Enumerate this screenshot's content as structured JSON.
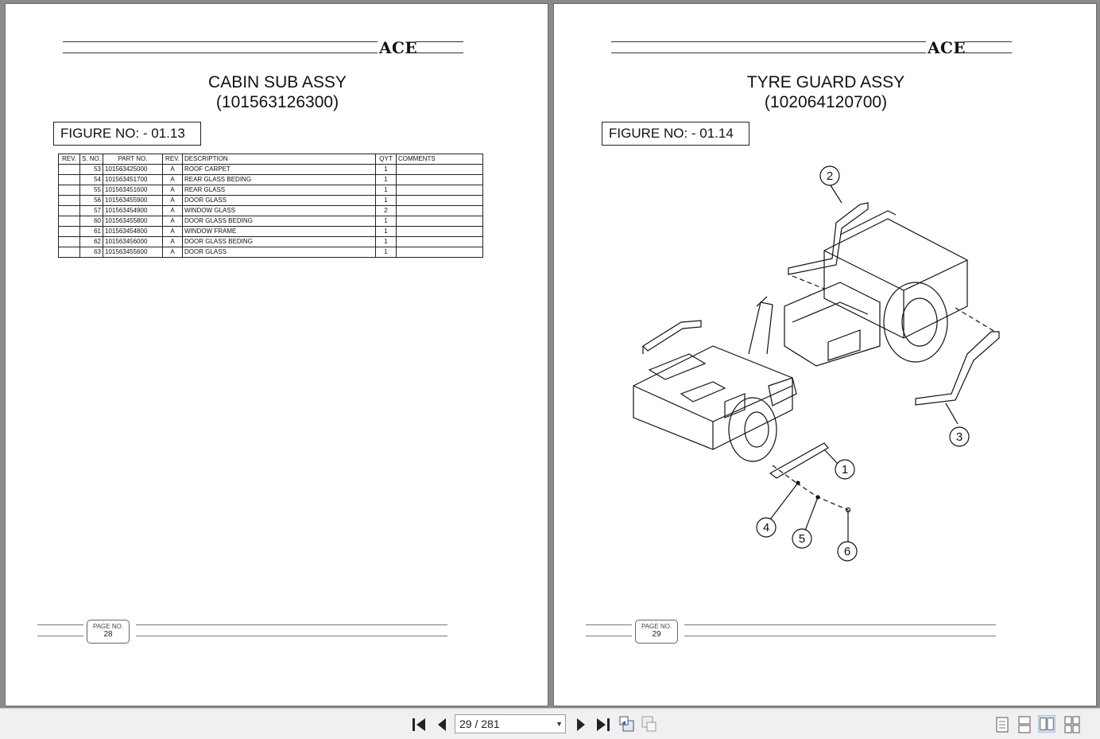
{
  "brand": "ACE",
  "left_page": {
    "title_line1": "CABIN SUB ASSY",
    "title_line2": "(101563126300)",
    "figure": "FIGURE NO: - 01.13",
    "table_headers": [
      "REV.",
      "S. NO.",
      "PART NO.",
      "REV.",
      "DESCRIPTION",
      "QYT",
      "COMMENTS"
    ],
    "rows": [
      {
        "sno": "53",
        "part": "101563425000",
        "rev": "A",
        "desc": "ROOF CARPET",
        "qty": "1"
      },
      {
        "sno": "54",
        "part": "101563451700",
        "rev": "A",
        "desc": "REAR GLASS BEDING",
        "qty": "1"
      },
      {
        "sno": "55",
        "part": "101563451600",
        "rev": "A",
        "desc": "REAR GLASS",
        "qty": "1"
      },
      {
        "sno": "56",
        "part": "101563455900",
        "rev": "A",
        "desc": "DOOR GLASS",
        "qty": "1"
      },
      {
        "sno": "57",
        "part": "101563454900",
        "rev": "A",
        "desc": "WINDOW GLASS",
        "qty": "2"
      },
      {
        "sno": "60",
        "part": "101563455800",
        "rev": "A",
        "desc": "DOOR GLASS BEDING",
        "qty": "1"
      },
      {
        "sno": "61",
        "part": "101563454800",
        "rev": "A",
        "desc": "WINDOW FRAME",
        "qty": "1"
      },
      {
        "sno": "62",
        "part": "101563456000",
        "rev": "A",
        "desc": "DOOR GLASS BEDING",
        "qty": "1"
      },
      {
        "sno": "63",
        "part": "101563455600",
        "rev": "A",
        "desc": "DOOR GLASS",
        "qty": "1"
      }
    ],
    "page_label": "PAGE NO.",
    "page_no": "28"
  },
  "right_page": {
    "title_line1": "TYRE GUARD ASSY",
    "title_line2": "(102064120700)",
    "figure": "FIGURE NO: - 01.14",
    "callouts": [
      "1",
      "2",
      "3",
      "4",
      "5",
      "6"
    ],
    "page_label": "PAGE NO.",
    "page_no": "29"
  },
  "toolbar": {
    "current_page": "29",
    "page_separator": "/",
    "total_pages": "281"
  },
  "icons": {
    "first": "first-page-icon",
    "prev": "prev-page-icon",
    "next": "next-page-icon",
    "last": "last-page-icon"
  }
}
